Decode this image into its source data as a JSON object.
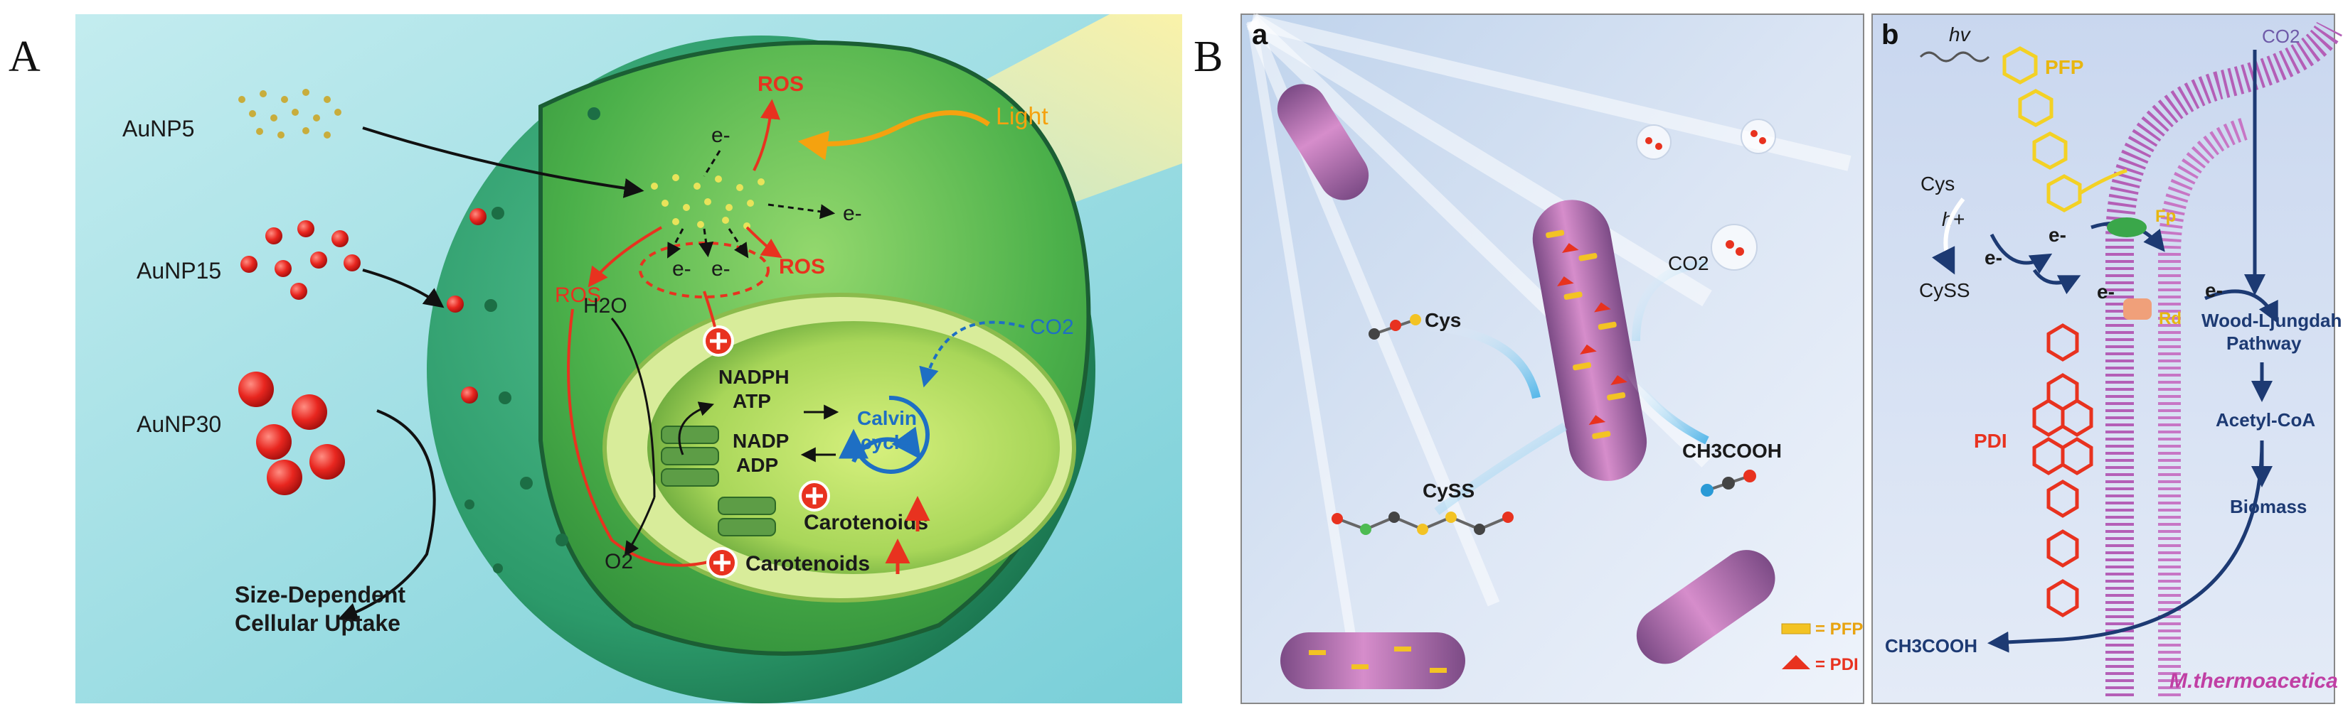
{
  "panel_a": {
    "letter": "A",
    "nanoparticles": {
      "np5": "AuNP5",
      "np15": "AuNP15",
      "np30": "AuNP30"
    },
    "light": "Light",
    "ros_top": "ROS",
    "ros_mid": "ROS",
    "ros_left": "ROS",
    "electron": "e-",
    "h2o": "H2O",
    "o2": "O2",
    "co2": "CO2",
    "nadph": "NADPH",
    "atp": "ATP",
    "nadp": "NADP",
    "adp": "ADP",
    "calvin": "Calvin",
    "cycle": "cycle",
    "carotenoids_inner": "Carotenoids",
    "carotenoids_outer": "Carotenoids",
    "uptake_line1": "Size-Dependent",
    "uptake_line2": "Cellular Uptake"
  },
  "panel_b": {
    "letter": "B",
    "sub_a": {
      "letter": "a",
      "cys": "Cys",
      "co2": "CO2",
      "cyss": "CySS",
      "acetic": "CH3COOH",
      "legend_pfp": "= PFP",
      "legend_pdi": "= PDI"
    },
    "sub_b": {
      "letter": "b",
      "hv": "hv",
      "pfp": "PFP",
      "co2": "CO2",
      "cys": "Cys",
      "hplus": "h+",
      "cyss": "CySS",
      "electron": "e-",
      "fp": "Fp",
      "rd": "Rd",
      "pdi": "PDI",
      "pathway_line1": "Wood-Ljungdahl",
      "pathway_line2": "Pathway",
      "acetyl": "Acetyl-CoA",
      "biomass": "Biomass",
      "acetic": "CH3COOH",
      "organism": "M.thermoacetica"
    }
  },
  "colors": {
    "ros": "#e8321f",
    "co2_blue": "#1e6fc4",
    "light": "#f5a20f",
    "navy": "#1d3a73"
  }
}
